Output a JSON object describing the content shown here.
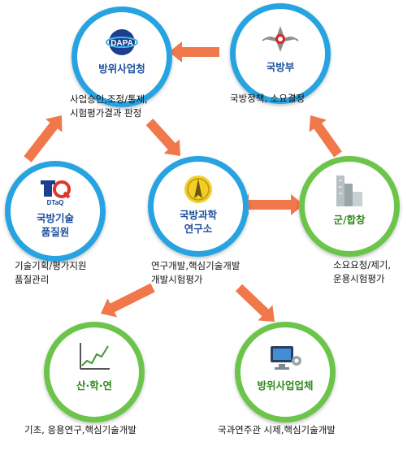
{
  "nodes": {
    "dapa": {
      "label": "방위사업청",
      "logo_text": "DAPA"
    },
    "mnd": {
      "label": "국방부"
    },
    "dtaq": {
      "label_line1": "국방기술",
      "label_line2": "품질원",
      "logo_text": "DTaQ"
    },
    "add": {
      "label_line1": "국방과학",
      "label_line2": "연구소"
    },
    "jcs": {
      "label": "군/합창"
    },
    "academia": {
      "label": "산·학·연"
    },
    "industry": {
      "label": "방위사업업체"
    }
  },
  "descriptions": {
    "dapa_line1": "사업승인,조정/통제,",
    "dapa_line2": "시험평가결과 판정",
    "mnd": "국방정책, 소요결정",
    "dtaq_line1": "기술기획/평가지원",
    "dtaq_line2": "품질관리",
    "add_line1": "연구개발,핵심기술개발",
    "add_line2": "개발시험평가",
    "jcs_line1": "소요요청/제기,",
    "jcs_line2": "운용시험평가",
    "academia": "기초, 응용연구,핵심기술개발",
    "industry": "국과연주관 시제,핵심기술개발"
  },
  "colors": {
    "arrow": "#f0784b",
    "blue_ring": "#27a3e2",
    "green_ring": "#6cc54a",
    "blue_text": "#1d4f9e",
    "green_text": "#2e8a1c"
  }
}
